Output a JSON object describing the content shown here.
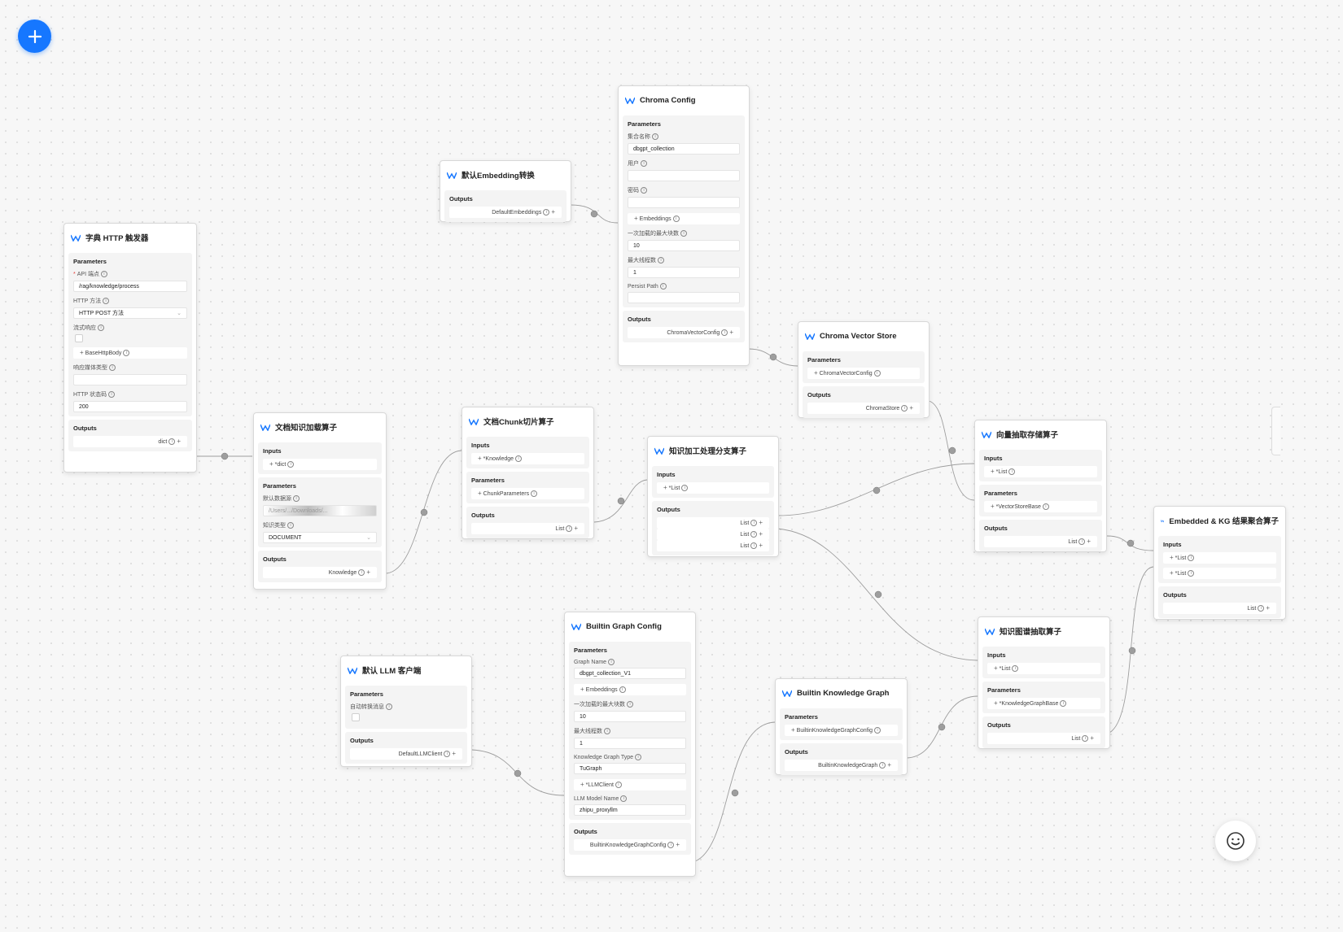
{
  "canvas": {
    "add_button_icon": "plus-icon",
    "assistant_icon": "smile-icon"
  },
  "labels": {
    "parameters": "Parameters",
    "inputs": "Inputs",
    "outputs": "Outputs"
  },
  "nodes": {
    "http_trigger": {
      "title": "字典 HTTP 触发器",
      "api_endpoint_label": "API 端点",
      "api_endpoint_value": "/rag/knowledge/process",
      "http_method_label": "HTTP 方法",
      "http_method_value": "HTTP POST 方法",
      "streaming_label": "流式响应",
      "body_port": "BaseHttpBody",
      "media_type_label": "响应媒体类型",
      "media_type_value": "",
      "status_code_label": "HTTP 状态码",
      "status_code_value": "200",
      "output": "dict"
    },
    "knowledge_loader": {
      "title": "文档知识加载算子",
      "input": "*dict",
      "datasource_label": "默认数据源",
      "datasource_value": "/Users/.../Downloads/...",
      "type_label": "知识类型",
      "type_value": "DOCUMENT",
      "output": "Knowledge"
    },
    "default_embedding": {
      "title": "默认Embedding转换",
      "output": "DefaultEmbeddings"
    },
    "chroma_config": {
      "title": "Chroma Config",
      "collection_label": "集合名称",
      "collection_value": "dbgpt_collection",
      "user_label": "用户",
      "user_value": "",
      "password_label": "密码",
      "password_value": "",
      "embeddings_port": "Embeddings",
      "max_chunks_label": "一次加载的最大块数",
      "max_chunks_value": "10",
      "max_threads_label": "最大线程数",
      "max_threads_value": "1",
      "persist_label": "Persist Path",
      "persist_value": "",
      "output": "ChromaVectorConfig"
    },
    "chroma_store": {
      "title": "Chroma Vector Store",
      "param_port": "ChromaVectorConfig",
      "output": "ChromaStore"
    },
    "chunk_splitter": {
      "title": "文档Chunk切片算子",
      "input": "*Knowledge",
      "param_port": "ChunkParameters",
      "output": "List"
    },
    "branch": {
      "title": "知识加工处理分支算子",
      "input": "*List",
      "outputs": [
        "List",
        "List",
        "List"
      ]
    },
    "vector_storage": {
      "title": "向量抽取存储算子",
      "input": "*List",
      "param_port": "*VectorStoreBase",
      "output": "List"
    },
    "merge": {
      "title": "Embedded & KG 结果聚合算子",
      "inputs": [
        "*List",
        "*List"
      ],
      "output": "List"
    },
    "llm_client": {
      "title": "默认 LLM 客户端",
      "auto_convert_label": "自动转换消息",
      "output": "DefaultLLMClient"
    },
    "graph_config": {
      "title": "Builtin Graph Config",
      "graph_name_label": "Graph Name",
      "graph_name_value": "dbgpt_collection_V1",
      "embeddings_port": "Embeddings",
      "max_chunks_label": "一次加载的最大块数",
      "max_chunks_value": "10",
      "max_threads_label": "最大线程数",
      "max_threads_value": "1",
      "kg_type_label": "Knowledge Graph Type",
      "kg_type_value": "TuGraph",
      "llm_port": "*LLMClient",
      "model_label": "LLM Model Name",
      "model_value": "zhipu_proxyllm",
      "output": "BuiltinKnowledgeGraphConfig"
    },
    "builtin_kg": {
      "title": "Builtin Knowledge Graph",
      "param_port": "BuiltinKnowledgeGraphConfig",
      "output": "BuiltinKnowledgeGraph"
    },
    "kg_extract": {
      "title": "知识图谱抽取算子",
      "input": "*List",
      "param_port": "*KnowledgeGraphBase",
      "output": "List"
    }
  }
}
